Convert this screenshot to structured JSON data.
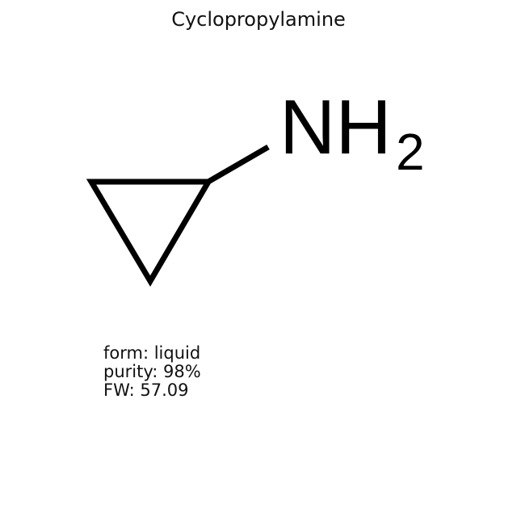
{
  "title": "Cyclopropylamine",
  "structure": {
    "ring": "cyclopropane",
    "substituent": {
      "label": "NH",
      "subscript": "2"
    }
  },
  "properties": [
    {
      "label": "form",
      "value": "liquid",
      "text": "form: liquid"
    },
    {
      "label": "purity",
      "value": "98%",
      "text": "purity: 98%"
    },
    {
      "label": "FW",
      "value": "57.09",
      "text": "FW: 57.09"
    }
  ],
  "colors": {
    "background": "#ffffff",
    "ink": "#000000"
  }
}
